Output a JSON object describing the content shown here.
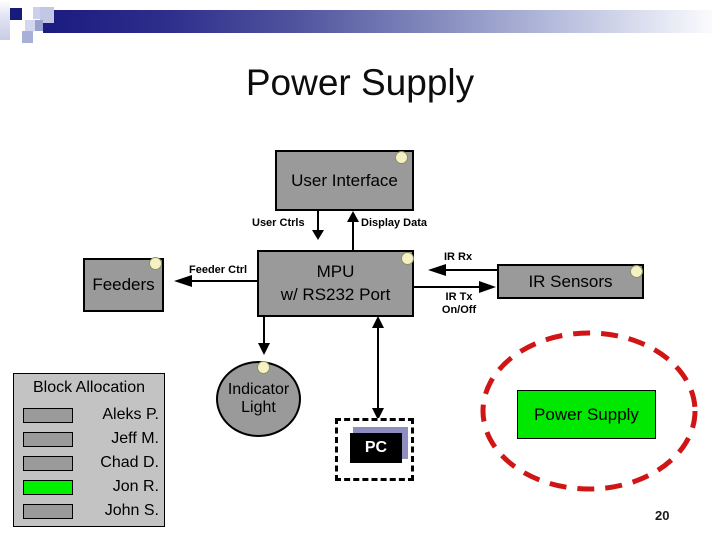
{
  "slide": {
    "title": "Power Supply",
    "page_number": "20"
  },
  "colors": {
    "box_gray": "#9a9a9a",
    "panel_gray": "#c3c3c3",
    "green": "#00e800",
    "swatch_gray": "#9a9a9a",
    "swatch_green": "#00ee00",
    "red_dashed": "#d01515",
    "pc_purple": "#8d8dc0",
    "dot_yellow": "#f4f1c4",
    "bar_navy": "#1b1b80"
  },
  "nodes": {
    "user_interface": {
      "label": "User Interface"
    },
    "feeders": {
      "label": "Feeders"
    },
    "mpu": {
      "line1": "MPU",
      "line2": "w/ RS232 Port"
    },
    "ir_sensors": {
      "label": "IR Sensors"
    },
    "indicator_light": {
      "line1": "Indicator",
      "line2": "Light"
    },
    "pc": {
      "label": "PC"
    },
    "power_supply": {
      "label": "Power Supply"
    }
  },
  "edges": {
    "user_ctrls": "User Ctrls",
    "display_data": "Display Data",
    "feeder_ctrl": "Feeder Ctrl",
    "ir_rx": "IR Rx",
    "ir_tx_line1": "IR Tx",
    "ir_tx_line2": "On/Off"
  },
  "legend": {
    "title": "Block Allocation",
    "items": [
      {
        "name": "Aleks P.",
        "color": "#9a9a9a"
      },
      {
        "name": "Jeff M.",
        "color": "#9a9a9a"
      },
      {
        "name": "Chad D.",
        "color": "#9a9a9a"
      },
      {
        "name": "Jon R.",
        "color": "#00ee00"
      },
      {
        "name": "John S.",
        "color": "#9a9a9a"
      }
    ]
  }
}
